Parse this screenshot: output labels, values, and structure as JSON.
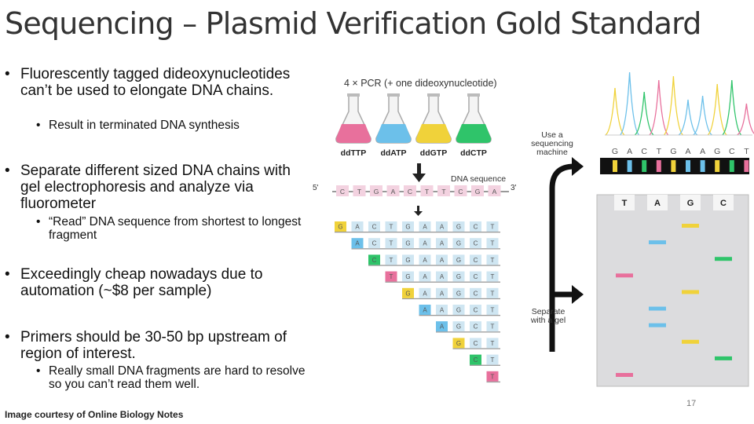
{
  "slide": {
    "title": "Sequencing – Plasmid Verification Gold Standard",
    "bullets": [
      {
        "text": "Fluorescently tagged dideoxynucleotides can’t be used to elongate DNA chains.",
        "sub": [
          "Result in terminated DNA synthesis"
        ]
      },
      {
        "text": "Separate different sized DNA chains with gel electrophoresis and analyze via fluorometer",
        "sub": [
          "“Read” DNA sequence from shortest to longest fragment"
        ]
      },
      {
        "text": "Exceedingly cheap nowadays due to automation (~$8 per sample)",
        "sub": []
      },
      {
        "text": "Primers should be 30-50 bp upstream of region of interest.",
        "sub": [
          "Really small DNA fragments are hard to resolve so you can’t read them well."
        ]
      }
    ],
    "bullet_char": "•",
    "credit": "Image courtesy of Online Biology Notes",
    "page_number": "17"
  },
  "figure": {
    "pcr_title": "4 × PCR (+ one dideoxynucleotide)",
    "flasks": [
      {
        "label": "ddTTP",
        "color": "#e8709c"
      },
      {
        "label": "ddATP",
        "color": "#6cc0ea"
      },
      {
        "label": "ddGTP",
        "color": "#f0d23a"
      },
      {
        "label": "ddCTP",
        "color": "#2fc46a"
      }
    ],
    "dna_sequence_label": "DNA sequence",
    "five_prime": "5'",
    "three_prime": "3'",
    "sequence": [
      "C",
      "T",
      "G",
      "A",
      "C",
      "T",
      "T",
      "C",
      "G",
      "A"
    ],
    "fragments": [
      {
        "first": "G",
        "rest": [
          "A",
          "C",
          "T",
          "G",
          "A",
          "A",
          "G",
          "C",
          "T"
        ]
      },
      {
        "first": "A",
        "rest": [
          "C",
          "T",
          "G",
          "A",
          "A",
          "G",
          "C",
          "T"
        ]
      },
      {
        "first": "C",
        "rest": [
          "T",
          "G",
          "A",
          "A",
          "G",
          "C",
          "T"
        ]
      },
      {
        "first": "T",
        "rest": [
          "G",
          "A",
          "A",
          "G",
          "C",
          "T"
        ]
      },
      {
        "first": "G",
        "rest": [
          "A",
          "A",
          "G",
          "C",
          "T"
        ]
      },
      {
        "first": "A",
        "rest": [
          "A",
          "G",
          "C",
          "T"
        ]
      },
      {
        "first": "A",
        "rest": [
          "G",
          "C",
          "T"
        ]
      },
      {
        "first": "G",
        "rest": [
          "C",
          "T"
        ]
      },
      {
        "first": "C",
        "rest": [
          "T"
        ]
      },
      {
        "first": "T",
        "rest": []
      }
    ],
    "base_colors": {
      "T": "#e8709c",
      "A": "#6cc0ea",
      "G": "#f0d23a",
      "C": "#2fc46a"
    },
    "machine_label": [
      "Use a",
      "sequencing",
      "machine"
    ],
    "gel_label": [
      "Separate",
      "with a gel"
    ],
    "read_sequence": [
      "G",
      "A",
      "C",
      "T",
      "G",
      "A",
      "A",
      "G",
      "C",
      "T"
    ],
    "gel_lanes": [
      "T",
      "A",
      "G",
      "C"
    ],
    "gel_bands": [
      {
        "lane": "G",
        "rank": 1
      },
      {
        "lane": "A",
        "rank": 2
      },
      {
        "lane": "C",
        "rank": 3
      },
      {
        "lane": "T",
        "rank": 4
      },
      {
        "lane": "G",
        "rank": 5
      },
      {
        "lane": "A",
        "rank": 6
      },
      {
        "lane": "A",
        "rank": 7
      },
      {
        "lane": "G",
        "rank": 8
      },
      {
        "lane": "C",
        "rank": 9
      },
      {
        "lane": "T",
        "rank": 10
      }
    ]
  }
}
